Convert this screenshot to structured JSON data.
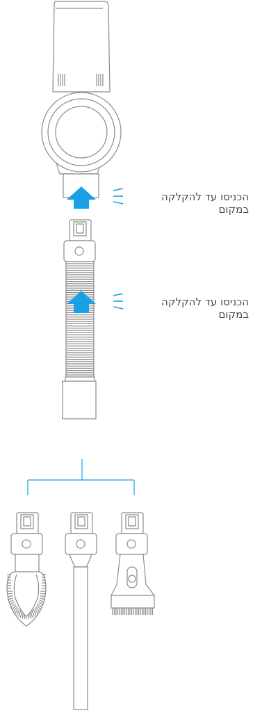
{
  "steps": [
    {
      "line1": "הכניסו עד להקלקה",
      "line2": "במקום"
    },
    {
      "line1": "הכניסו עד להקלקה",
      "line2": "במקום"
    }
  ],
  "colors": {
    "arrow": "#1aa0e6",
    "outline": "#8a8a8a",
    "text": "#4a4a4a"
  },
  "icons": [
    "vacuum-body-icon",
    "up-arrow-icon",
    "click-lines-icon",
    "extension-hose-icon",
    "brush-tool-icon",
    "crevice-tool-icon",
    "combination-brush-tool-icon"
  ]
}
